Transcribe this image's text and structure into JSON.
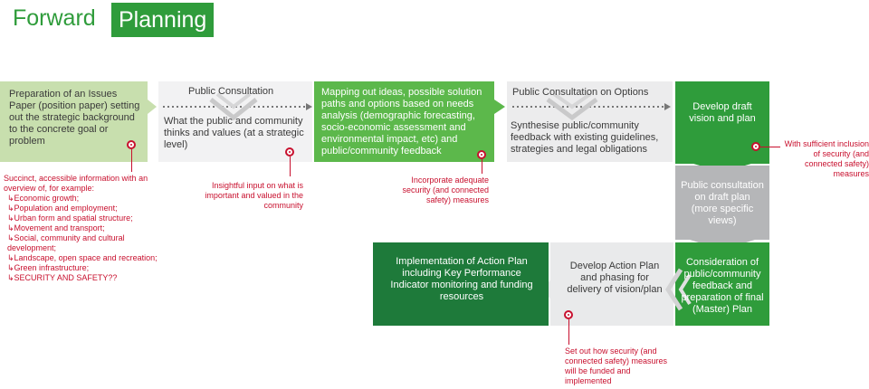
{
  "title": {
    "part1": "Forward",
    "part2": "Planning"
  },
  "colors": {
    "green": "#2f9c3b",
    "light_green": "#c8dfae",
    "bright_green": "#5cb84b",
    "dark_green": "#1e7a3a",
    "grey": "#b5b6b8",
    "light_grey": "#e9eaeb",
    "red": "#c8102e"
  },
  "steps": {
    "issues_paper": "Preparation of an Issues Paper (position paper) setting out the strategic background to the concrete goal or problem",
    "public_consultation_title": "Public Consultation",
    "public_consultation_body": "What the public and community thinks and values (at a strategic level)",
    "mapping": "Mapping out ideas, possible solution paths and options based on needs analysis (demographic forecasting, socio-economic assessment and environmental impact, etc) and public/community feedback",
    "options_title": "Public Consultation on Options",
    "options_body": "Synthesise public/community feedback with existing guidelines, strategies and legal obligations",
    "draft": "Develop draft vision and plan",
    "consult_draft": "Public consultation on draft plan (more specific views)",
    "final_plan": "Consideration of public/community feedback and preparation of final (Master) Plan",
    "action_plan": "Develop Action Plan and phasing for delivery of vision/plan",
    "implementation": "Implementation of Action Plan including Key Performance Indicator monitoring and funding resources"
  },
  "notes": {
    "succinct_intro": "Succinct, accessible information with an overview of, for example:",
    "succinct_items": [
      "Economic growth;",
      "Population and employment;",
      "Urban form and spatial structure;",
      "Movement and transport;",
      "Social, community and cultural development;",
      "Landscape, open space and recreation;",
      "Green infrastructure;",
      "SECURITY AND SAFETY??"
    ],
    "insightful": "Insightful input on what is important and valued in the community",
    "incorporate": "Incorporate adequate security (and connected safety) measures",
    "sufficient": "With sufficient inclusion of security (and connected safety) measures",
    "set_out": "Set out how security (and connected safety) measures will be funded and implemented"
  }
}
